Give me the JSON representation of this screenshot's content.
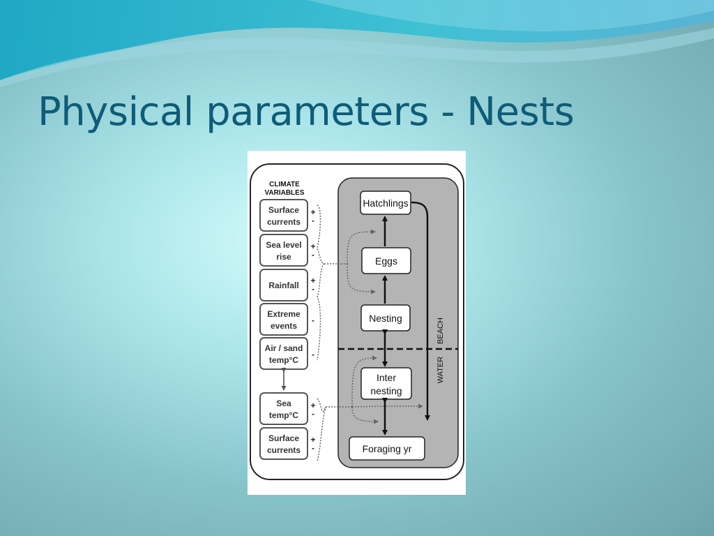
{
  "slide": {
    "title": "Physical parameters - Nests"
  },
  "diagram": {
    "header_line1": "CLIMATE",
    "header_line2": "VARIABLES",
    "variables": [
      {
        "line1": "Surface",
        "line2": "currents",
        "signs": [
          "+",
          "-"
        ]
      },
      {
        "line1": "Sea level",
        "line2": "rise",
        "signs": [
          "+",
          "-"
        ]
      },
      {
        "line1": "Rainfall",
        "line2": "",
        "signs": [
          "+",
          "-"
        ]
      },
      {
        "line1": "Extreme",
        "line2": "events",
        "signs": [
          "-"
        ]
      },
      {
        "line1": "Air / sand",
        "line2": "temp°C",
        "signs": [
          "-"
        ]
      },
      {
        "line1": "Sea",
        "line2": "temp°C",
        "signs": [
          "+",
          "-"
        ]
      },
      {
        "line1": "Surface",
        "line2": "currents",
        "signs": [
          "+",
          "-"
        ]
      }
    ],
    "stages": {
      "hatchlings": "Hatchlings",
      "eggs": "Eggs",
      "nesting": "Nesting",
      "internesting_line1": "Inter",
      "internesting_line2": "nesting",
      "foraging": "Foraging yr"
    },
    "zone_labels": {
      "beach": "BEACH",
      "water": "WATER"
    }
  }
}
